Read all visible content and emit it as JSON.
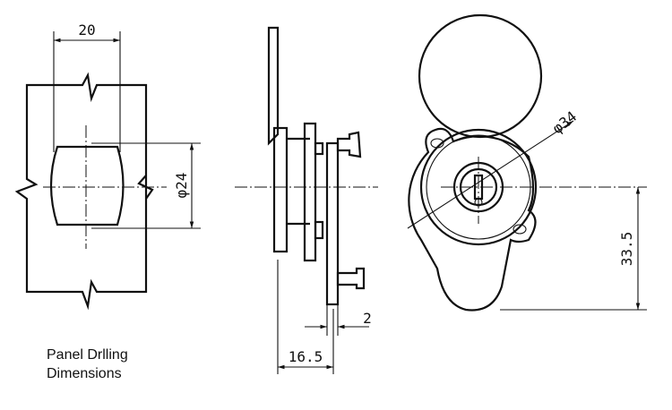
{
  "caption": {
    "line1": "Panel Drlling",
    "line2": "Dimensions"
  },
  "dimensions": {
    "width_20": "20",
    "dia_24": "φ24",
    "thickness_2": "2",
    "depth_16_5": "16.5",
    "dia_34": "φ34",
    "height_33_5": "33.5"
  }
}
